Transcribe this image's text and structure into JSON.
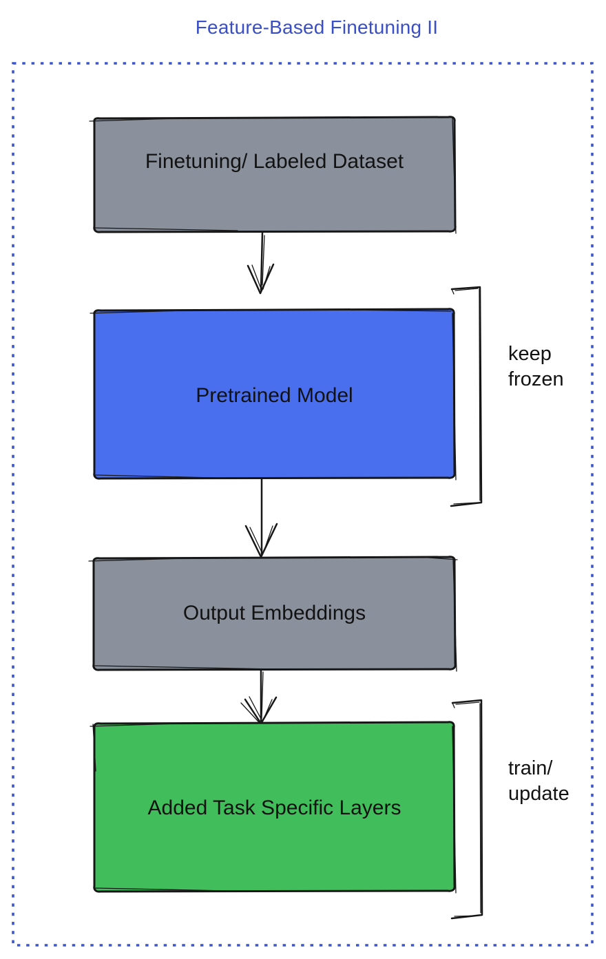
{
  "title": "Feature-Based Finetuning II",
  "colors": {
    "title_blue": "#3A4EC6",
    "frame_blue": "#3D55CB",
    "node_gray": "#8A919C",
    "node_blue": "#4A6FEE",
    "node_green": "#41BD5B",
    "ink_black": "#171717"
  },
  "diagram": {
    "nodes": [
      {
        "id": "finetuning-dataset",
        "label": "Finetuning/ Labeled Dataset",
        "fill": "#8A919C"
      },
      {
        "id": "pretrained-model",
        "label": "Pretrained Model",
        "fill": "#4A6FEE"
      },
      {
        "id": "output-embeddings",
        "label": "Output Embeddings",
        "fill": "#8A919C"
      },
      {
        "id": "task-specific-layers",
        "label": "Added Task Specific Layers",
        "fill": "#41BD5B"
      }
    ],
    "edges": [
      {
        "from": "finetuning-dataset",
        "to": "pretrained-model"
      },
      {
        "from": "pretrained-model",
        "to": "output-embeddings"
      },
      {
        "from": "output-embeddings",
        "to": "task-specific-layers"
      }
    ],
    "annotations": [
      {
        "target": "pretrained-model",
        "lines": [
          "keep",
          "frozen"
        ]
      },
      {
        "target": "task-specific-layers",
        "lines": [
          "train/",
          "update"
        ]
      }
    ]
  }
}
